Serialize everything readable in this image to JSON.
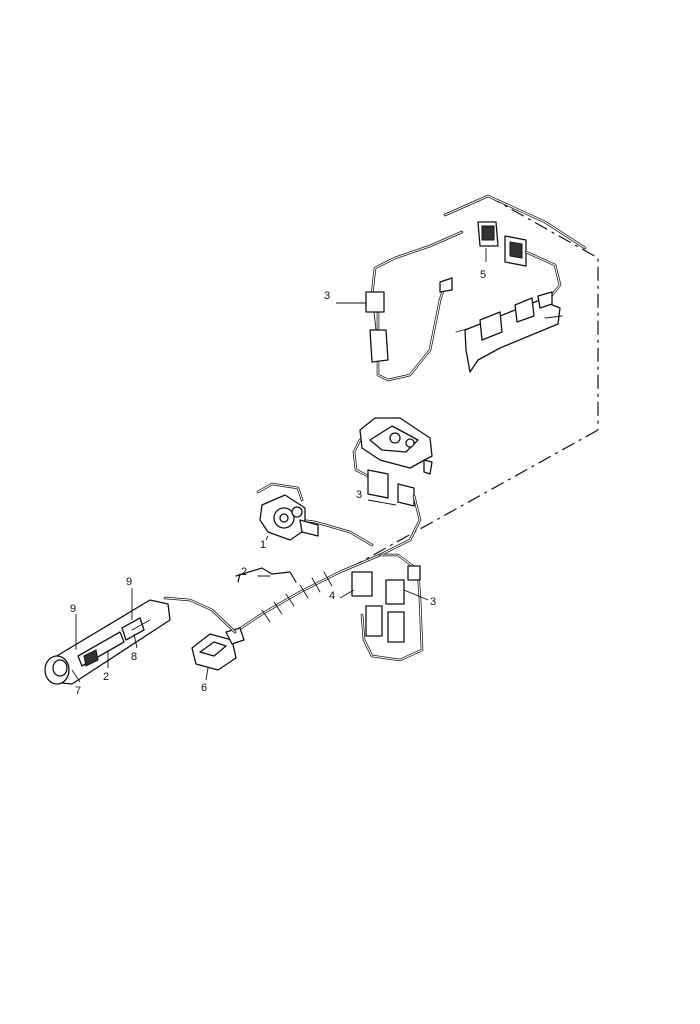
{
  "callouts": [
    {
      "id": "c3a",
      "text": "3"
    },
    {
      "id": "c5",
      "text": "5"
    },
    {
      "id": "c3b",
      "text": "3"
    },
    {
      "id": "c1",
      "text": "1"
    },
    {
      "id": "c2a",
      "text": "2"
    },
    {
      "id": "c4",
      "text": "4"
    },
    {
      "id": "c3c",
      "text": "3"
    },
    {
      "id": "c9a",
      "text": "9"
    },
    {
      "id": "c9b",
      "text": "9"
    },
    {
      "id": "c8",
      "text": "8"
    },
    {
      "id": "c2b",
      "text": "2"
    },
    {
      "id": "c7",
      "text": "7"
    },
    {
      "id": "c6",
      "text": "6"
    }
  ]
}
